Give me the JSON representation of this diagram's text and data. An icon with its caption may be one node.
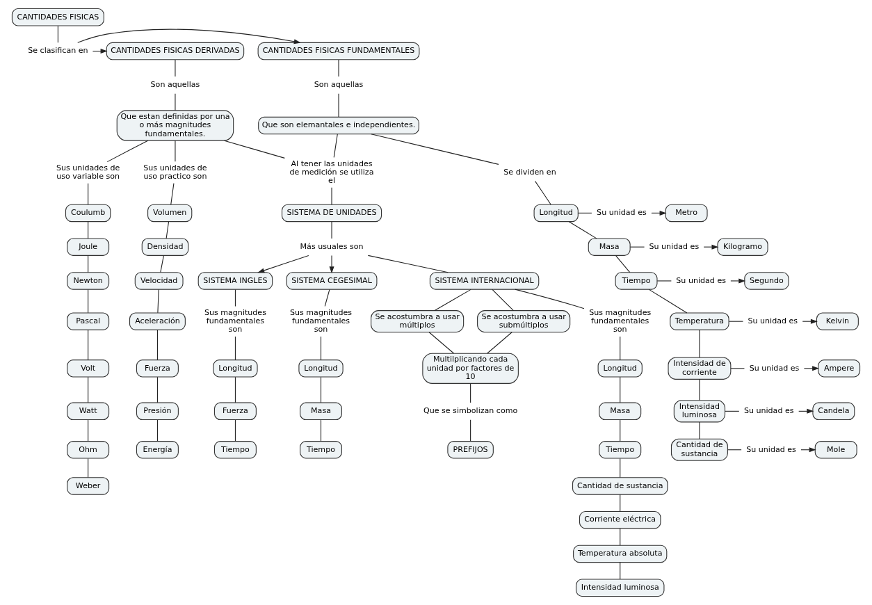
{
  "diagram": {
    "nodes": [
      {
        "text": [
          "CANTIDADES FISICAS"
        ]
      },
      {
        "text": [
          "Se clasifican en"
        ]
      },
      {
        "text": [
          "CANTIDADES FISICAS FUNDAMENTALES"
        ]
      },
      {
        "text": [
          "CANTIDADES FISICAS DERIVADAS"
        ]
      },
      {
        "text": [
          "Son aquellas"
        ]
      },
      {
        "text": [
          "Que son elemantales e independientes."
        ]
      },
      {
        "text": [
          "Son aquellas"
        ]
      },
      {
        "text": [
          "Que estan definidas por una o más magnitudes fundamentales."
        ]
      },
      {
        "text": [
          "Al tener las unidades de medición se utiliza el"
        ]
      },
      {
        "text": [
          "SISTEMA DE UNIDADES"
        ]
      },
      {
        "text": [
          "Más usuales son"
        ]
      },
      {
        "text": [
          "SISTEMA CEGESIMAL"
        ]
      },
      {
        "text": [
          "SISTEMA INTERNACIONAL"
        ]
      },
      {
        "text": [
          "SISTEMA INGLES"
        ]
      },
      {
        "text": [
          "Sus magnitudes fundamentales son"
        ]
      },
      {
        "text": [
          "Longitud"
        ]
      },
      {
        "text": [
          "Masa"
        ]
      },
      {
        "text": [
          "Tiempo"
        ]
      },
      {
        "text": [
          "Sus magnitudes fundamentales son"
        ]
      },
      {
        "text": [
          "Longitud"
        ]
      },
      {
        "text": [
          "Masa"
        ]
      },
      {
        "text": [
          "Tiempo"
        ]
      },
      {
        "text": [
          "Cantidad de sustancia"
        ]
      },
      {
        "text": [
          "Corriente eléctrica"
        ]
      },
      {
        "text": [
          "Temperatura absoluta"
        ]
      },
      {
        "text": [
          "Intensidad luminosa"
        ]
      },
      {
        "text": [
          "Sus magnitudes fundamentales son"
        ]
      },
      {
        "text": [
          "Longitud"
        ]
      },
      {
        "text": [
          "Fuerza"
        ]
      },
      {
        "text": [
          "Tiempo"
        ]
      },
      {
        "text": [
          "Se acostumbra a usar múltiplos"
        ]
      },
      {
        "text": [
          "Se acostumbra a usar submúltiplos"
        ]
      },
      {
        "text": [
          "Multilplicando cada unidad por factores de 10"
        ]
      },
      {
        "text": [
          "Que se simbolizan como"
        ]
      },
      {
        "text": [
          "PREFIJOS"
        ]
      },
      {
        "text": [
          "Se dividen en"
        ]
      },
      {
        "text": [
          "Longitud"
        ]
      },
      {
        "text": [
          "Masa"
        ]
      },
      {
        "text": [
          "Tiempo"
        ]
      },
      {
        "text": [
          "Temperatura"
        ]
      },
      {
        "text": [
          "Intensidad de corriente"
        ]
      },
      {
        "text": [
          "Intensidad luminosa"
        ]
      },
      {
        "text": [
          "Cantidad de sustancia"
        ]
      },
      {
        "text": [
          "Su unidad es"
        ]
      },
      {
        "text": [
          "Su unidad es"
        ]
      },
      {
        "text": [
          "Su unidad es"
        ]
      },
      {
        "text": [
          "Su unidad es"
        ]
      },
      {
        "text": [
          "Su unidad es"
        ]
      },
      {
        "text": [
          "Su unidad es"
        ]
      },
      {
        "text": [
          "Su unidad es"
        ]
      },
      {
        "text": [
          "Metro"
        ]
      },
      {
        "text": [
          "Kilogramo"
        ]
      },
      {
        "text": [
          "Segundo"
        ]
      },
      {
        "text": [
          "Kelvin"
        ]
      },
      {
        "text": [
          "Ampere"
        ]
      },
      {
        "text": [
          "Candela"
        ]
      },
      {
        "text": [
          "Mole"
        ]
      },
      {
        "text": [
          "Sus unidades de uso variable son"
        ]
      },
      {
        "text": [
          "Coulumb"
        ]
      },
      {
        "text": [
          "Joule"
        ]
      },
      {
        "text": [
          "Newton"
        ]
      },
      {
        "text": [
          "Pascal"
        ]
      },
      {
        "text": [
          "Volt"
        ]
      },
      {
        "text": [
          "Watt"
        ]
      },
      {
        "text": [
          "Ohm"
        ]
      },
      {
        "text": [
          "Weber"
        ]
      },
      {
        "text": [
          "Sus unidades de uso practico son"
        ]
      },
      {
        "text": [
          "Volumen"
        ]
      },
      {
        "text": [
          "Densidad"
        ]
      },
      {
        "text": [
          "Velocidad"
        ]
      },
      {
        "text": [
          "Aceleración"
        ]
      },
      {
        "text": [
          "Fuerza"
        ]
      },
      {
        "text": [
          "Presión"
        ]
      },
      {
        "text": [
          "Energía"
        ]
      }
    ],
    "edges": [
      {
        "from": 0,
        "to": 1,
        "arrow": "none"
      },
      {
        "from": 1,
        "to": 2,
        "arrow": "to"
      },
      {
        "from": 1,
        "to": 3,
        "arrow": "to"
      },
      {
        "from": 2,
        "to": 4,
        "arrow": "none"
      },
      {
        "from": 4,
        "to": 5,
        "arrow": "none"
      },
      {
        "from": 3,
        "to": 6,
        "arrow": "none"
      },
      {
        "from": 6,
        "to": 7,
        "arrow": "none"
      },
      {
        "from": 5,
        "to": 8,
        "arrow": "none"
      },
      {
        "from": 7,
        "to": 8,
        "arrow": "none"
      },
      {
        "from": 8,
        "to": 9,
        "arrow": "none"
      },
      {
        "from": 9,
        "to": 10,
        "arrow": "none"
      },
      {
        "from": 10,
        "to": 11,
        "arrow": "to"
      },
      {
        "from": 10,
        "to": 12,
        "arrow": "none"
      },
      {
        "from": 10,
        "to": 13,
        "arrow": "to"
      },
      {
        "from": 11,
        "to": 14,
        "arrow": "none"
      },
      {
        "from": 14,
        "to": 15,
        "arrow": "none"
      },
      {
        "from": 15,
        "to": 16,
        "arrow": "none"
      },
      {
        "from": 16,
        "to": 17,
        "arrow": "none"
      },
      {
        "from": 12,
        "to": 18,
        "arrow": "none"
      },
      {
        "from": 18,
        "to": 19,
        "arrow": "none"
      },
      {
        "from": 19,
        "to": 20,
        "arrow": "none"
      },
      {
        "from": 20,
        "to": 21,
        "arrow": "none"
      },
      {
        "from": 21,
        "to": 22,
        "arrow": "none"
      },
      {
        "from": 22,
        "to": 23,
        "arrow": "none"
      },
      {
        "from": 23,
        "to": 24,
        "arrow": "none"
      },
      {
        "from": 24,
        "to": 25,
        "arrow": "none"
      },
      {
        "from": 13,
        "to": 26,
        "arrow": "none"
      },
      {
        "from": 26,
        "to": 27,
        "arrow": "none"
      },
      {
        "from": 27,
        "to": 28,
        "arrow": "none"
      },
      {
        "from": 28,
        "to": 29,
        "arrow": "none"
      },
      {
        "from": 12,
        "to": 30,
        "arrow": "none"
      },
      {
        "from": 12,
        "to": 31,
        "arrow": "none"
      },
      {
        "from": 30,
        "to": 32,
        "arrow": "none"
      },
      {
        "from": 31,
        "to": 32,
        "arrow": "none"
      },
      {
        "from": 32,
        "to": 33,
        "arrow": "none"
      },
      {
        "from": 33,
        "to": 34,
        "arrow": "none"
      },
      {
        "from": 5,
        "to": 35,
        "arrow": "none"
      },
      {
        "from": 35,
        "to": 36,
        "arrow": "none"
      },
      {
        "from": 36,
        "to": 37,
        "arrow": "none"
      },
      {
        "from": 37,
        "to": 38,
        "arrow": "none"
      },
      {
        "from": 38,
        "to": 39,
        "arrow": "none"
      },
      {
        "from": 39,
        "to": 40,
        "arrow": "none"
      },
      {
        "from": 40,
        "to": 41,
        "arrow": "none"
      },
      {
        "from": 41,
        "to": 42,
        "arrow": "none"
      },
      {
        "from": 36,
        "to": 43,
        "arrow": "none"
      },
      {
        "from": 37,
        "to": 44,
        "arrow": "none"
      },
      {
        "from": 38,
        "to": 45,
        "arrow": "none"
      },
      {
        "from": 39,
        "to": 46,
        "arrow": "none"
      },
      {
        "from": 40,
        "to": 47,
        "arrow": "none"
      },
      {
        "from": 41,
        "to": 48,
        "arrow": "none"
      },
      {
        "from": 42,
        "to": 49,
        "arrow": "none"
      },
      {
        "from": 43,
        "to": 50,
        "arrow": "to"
      },
      {
        "from": 44,
        "to": 51,
        "arrow": "to"
      },
      {
        "from": 45,
        "to": 52,
        "arrow": "to"
      },
      {
        "from": 46,
        "to": 53,
        "arrow": "to"
      },
      {
        "from": 47,
        "to": 54,
        "arrow": "to"
      },
      {
        "from": 48,
        "to": 55,
        "arrow": "to"
      },
      {
        "from": 49,
        "to": 56,
        "arrow": "to"
      },
      {
        "from": 7,
        "to": 57,
        "arrow": "none"
      },
      {
        "from": 57,
        "to": 58,
        "arrow": "none"
      },
      {
        "from": 58,
        "to": 59,
        "arrow": "none"
      },
      {
        "from": 59,
        "to": 60,
        "arrow": "none"
      },
      {
        "from": 60,
        "to": 61,
        "arrow": "none"
      },
      {
        "from": 61,
        "to": 62,
        "arrow": "none"
      },
      {
        "from": 62,
        "to": 63,
        "arrow": "none"
      },
      {
        "from": 63,
        "to": 64,
        "arrow": "none"
      },
      {
        "from": 64,
        "to": 65,
        "arrow": "none"
      },
      {
        "from": 7,
        "to": 66,
        "arrow": "none"
      },
      {
        "from": 66,
        "to": 67,
        "arrow": "none"
      },
      {
        "from": 67,
        "to": 68,
        "arrow": "none"
      },
      {
        "from": 68,
        "to": 69,
        "arrow": "none"
      },
      {
        "from": 69,
        "to": 70,
        "arrow": "none"
      },
      {
        "from": 70,
        "to": 71,
        "arrow": "none"
      },
      {
        "from": 71,
        "to": 72,
        "arrow": "none"
      },
      {
        "from": 72,
        "to": 73,
        "arrow": "none"
      }
    ]
  }
}
